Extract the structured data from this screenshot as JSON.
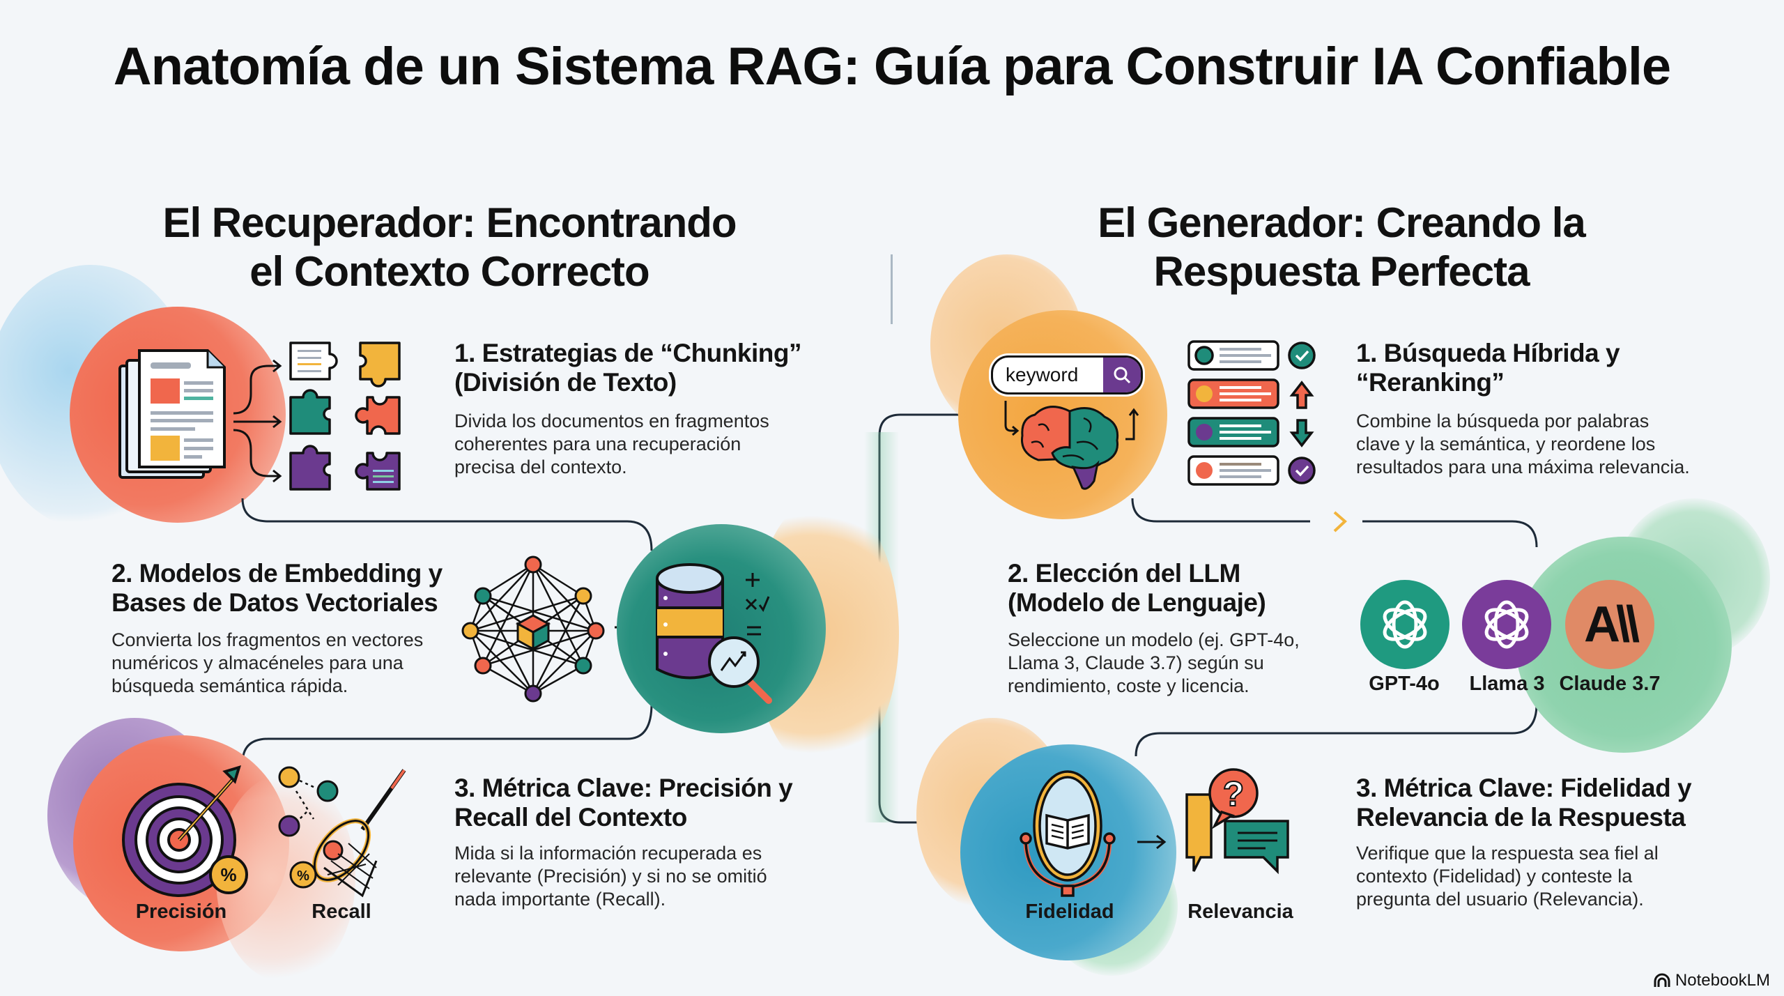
{
  "title": "Anatomía de un Sistema RAG: Guía para Construir IA Confiable",
  "retriever": {
    "heading_line1": "El Recuperador: Encontrando",
    "heading_line2": "el Contexto Correcto",
    "items": [
      {
        "title_line1": "1. Estrategias de “Chunking”",
        "title_line2": "(División de Texto)",
        "body_line1": "Divida los documentos en fragmentos",
        "body_line2": "coherentes para una recuperación",
        "body_line3": "precisa del contexto.",
        "icons": [
          "document-stack-icon",
          "puzzle-pieces-icon"
        ]
      },
      {
        "title_line1": "2. Modelos de Embedding y",
        "title_line2": "Bases de Datos Vectoriales",
        "body_line1": "Convierta los fragmentos en vectores",
        "body_line2": "numéricos y almacéneles para una",
        "body_line3": "búsqueda semántica rápida.",
        "icons": [
          "neural-network-icon",
          "vector-database-icon"
        ]
      },
      {
        "title_line1": "3. Métrica Clave: Precisión y",
        "title_line2": "Recall del Contexto",
        "body_line1": "Mida si la información recuperada es",
        "body_line2": "relevante (Precisión) y si no se omitió",
        "body_line3": "nada importante (Recall).",
        "captions": [
          "Precisión",
          "Recall"
        ]
      }
    ]
  },
  "generator": {
    "heading_line1": "El Generador: Creando la",
    "heading_line2": "Respuesta Perfecta",
    "items": [
      {
        "title_line1": "1. Búsqueda Híbrida y",
        "title_line2": "“Reranking”",
        "body_line1": "Combine la búsqueda por palabras",
        "body_line2": "clave y la semántica, y reordene los",
        "body_line3": "resultados para una máxima relevancia.",
        "search_keyword": "keyword"
      },
      {
        "title_line1": "2. Elección del LLM",
        "title_line2": "(Modelo de Lenguaje)",
        "body_line1": "Seleccione un modelo (ej. GPT-4o,",
        "body_line2": "Llama 3, Claude 3.7) según su",
        "body_line3": "rendimiento, coste y licencia.",
        "models": [
          "GPT-4o",
          "Llama 3",
          "Claude 3.7"
        ]
      },
      {
        "title_line1": "3. Métrica Clave: Fidelidad y",
        "title_line2": "Relevancia de la Respuesta",
        "body_line1": "Verifique que la respuesta sea fiel al",
        "body_line2": "contexto (Fidelidad) y conteste la",
        "body_line3": "pregunta del usuario (Relevancia).",
        "captions": [
          "Fidelidad",
          "Relevancia"
        ]
      }
    ]
  },
  "brand": "NotebookLM",
  "colors": {
    "coral": "#f0674d",
    "teal": "#1f8c7a",
    "purple": "#6b3a8f",
    "yellow": "#f2b43c",
    "orange": "#f5a84a",
    "blue": "#3aa3c7",
    "green": "#7cc9a0",
    "ink": "#1d2a38"
  }
}
